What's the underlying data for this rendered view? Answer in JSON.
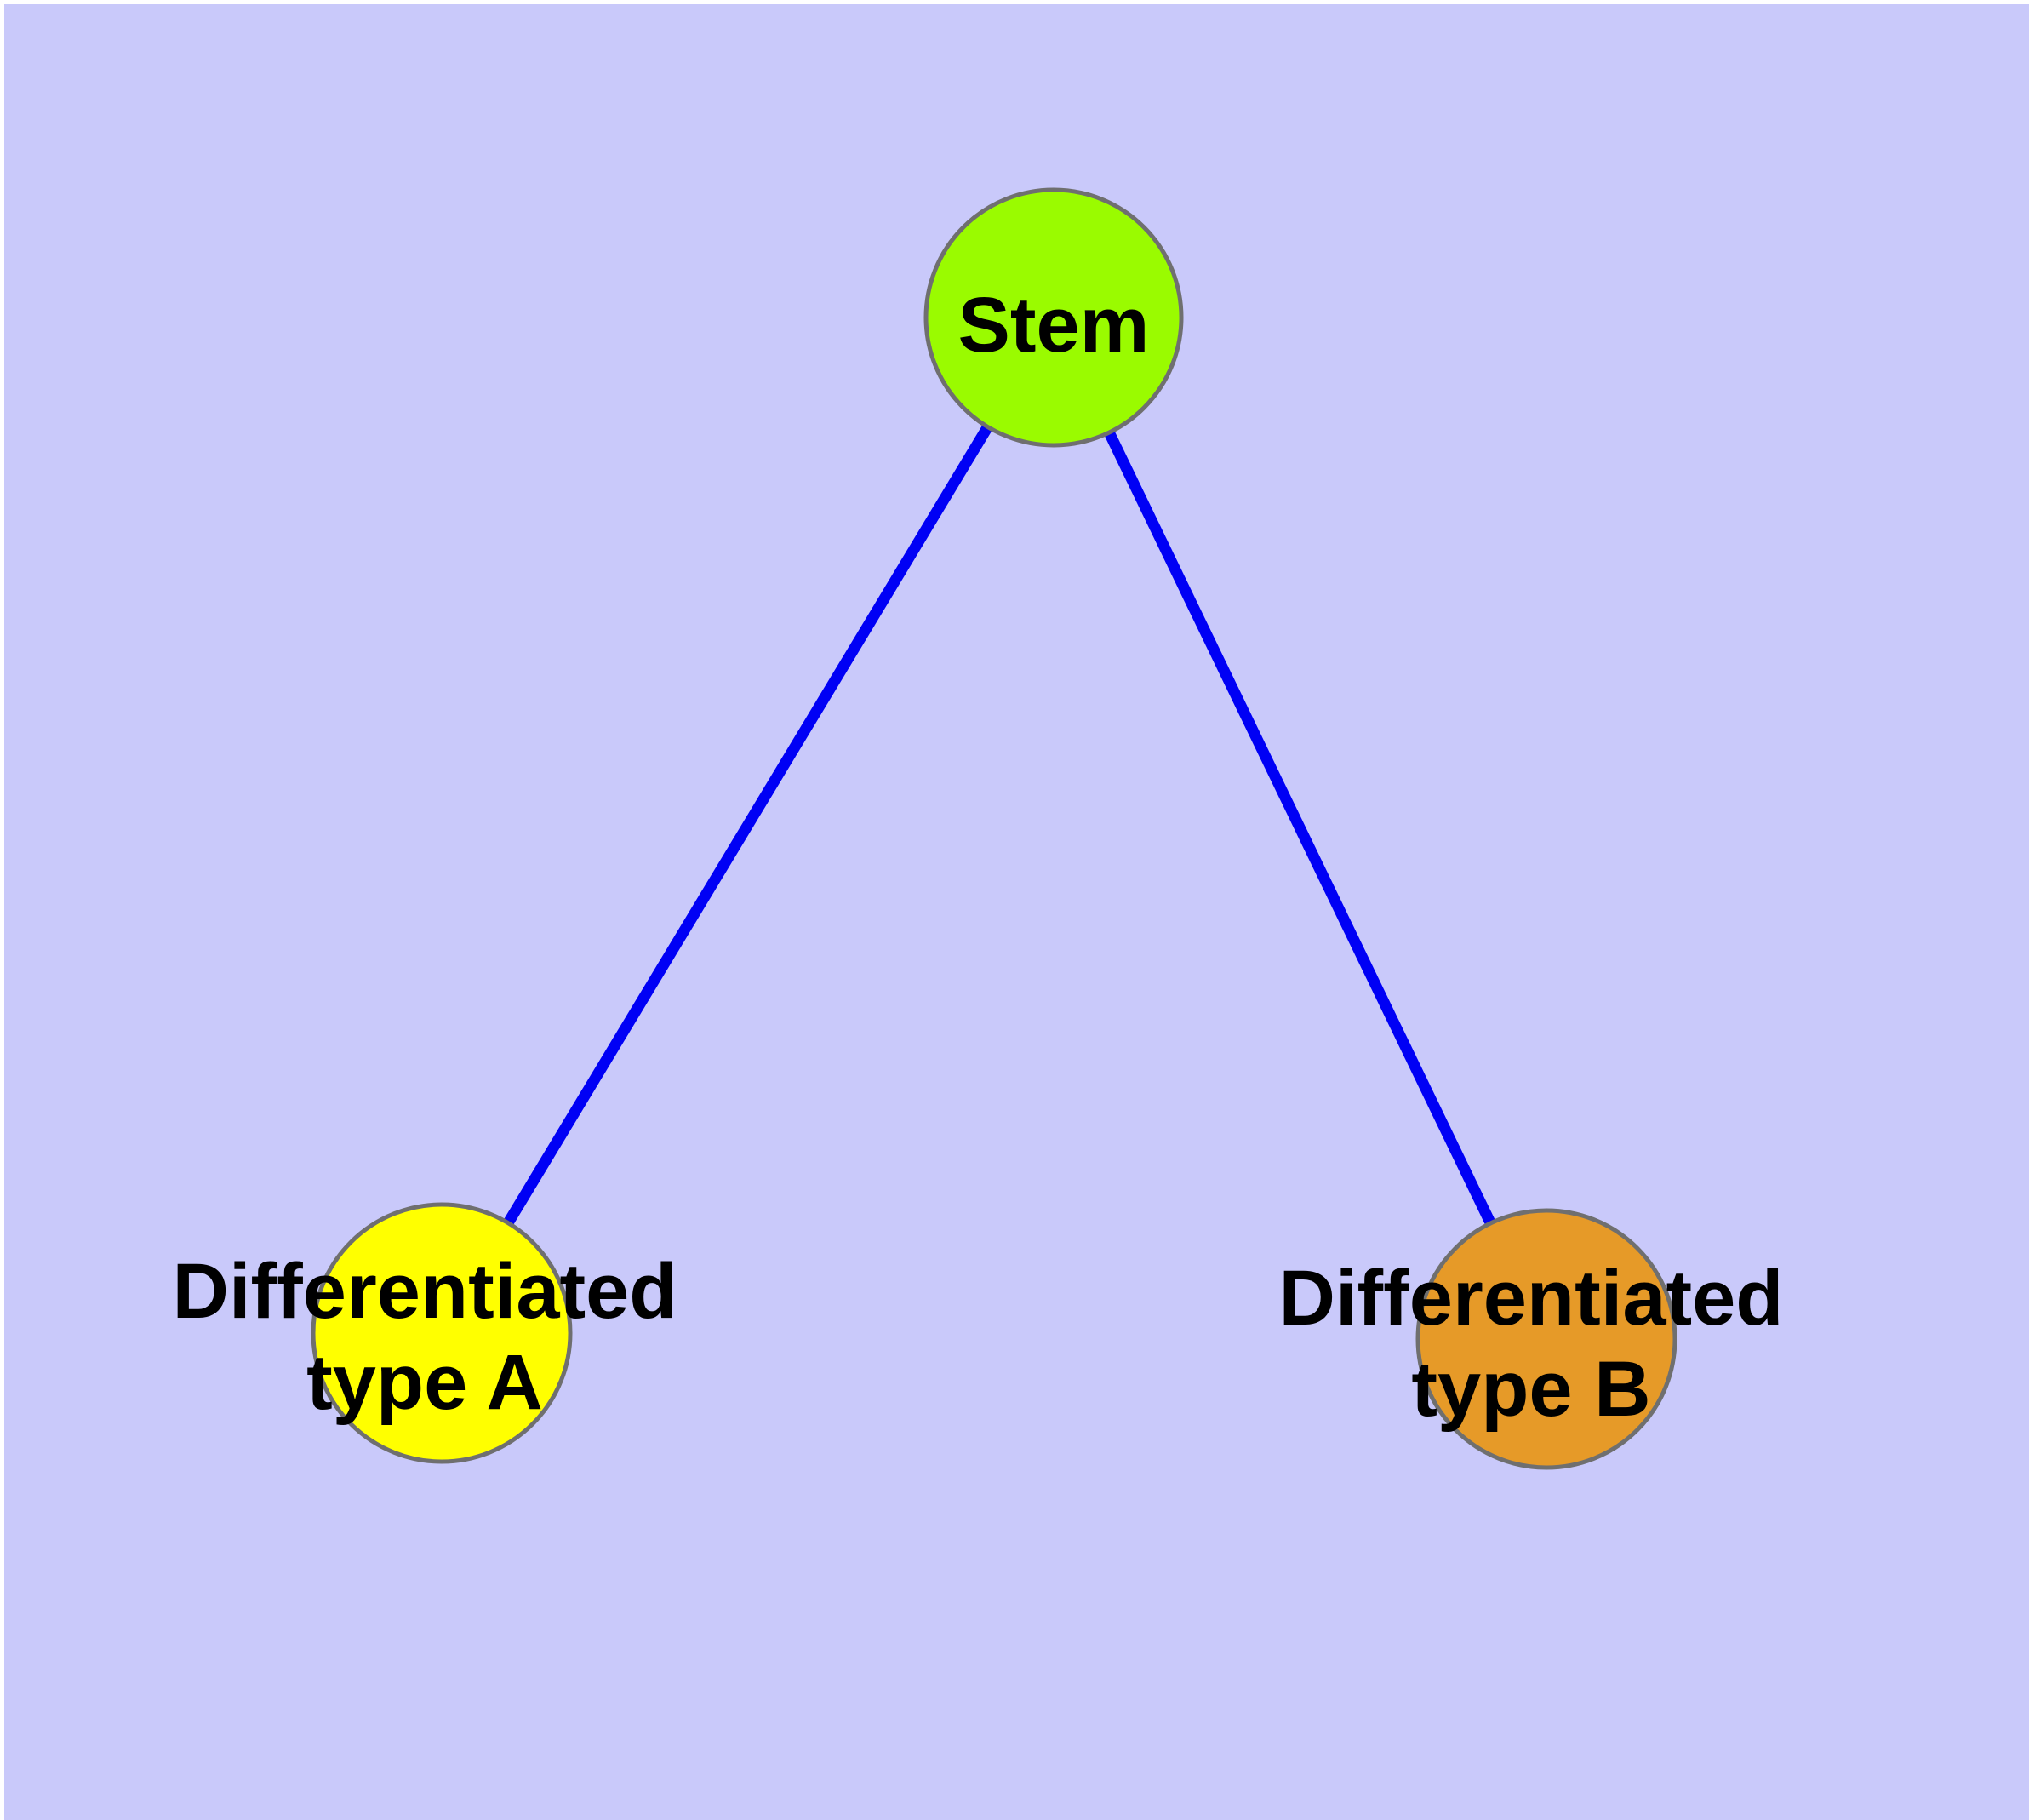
{
  "diagram": {
    "background_color": "#C9C9FA",
    "frame_color": "#FFFFFF",
    "edge_color": "#0000F5",
    "node_border_color": "#6F6F6F",
    "label_color": "#000000",
    "nodes": {
      "stem": {
        "label": "Stem",
        "fill_color": "#9AFB00"
      },
      "type_a": {
        "label_line1": "Differentiated",
        "label_line2": "type A",
        "fill_color": "#FFFF00"
      },
      "type_b": {
        "label_line1": "Differentiated",
        "label_line2": "type B",
        "fill_color": "#E69A28"
      }
    },
    "edges": [
      {
        "from": "Stem",
        "to": "Differentiated type A"
      },
      {
        "from": "Stem",
        "to": "Differentiated type B"
      }
    ]
  }
}
